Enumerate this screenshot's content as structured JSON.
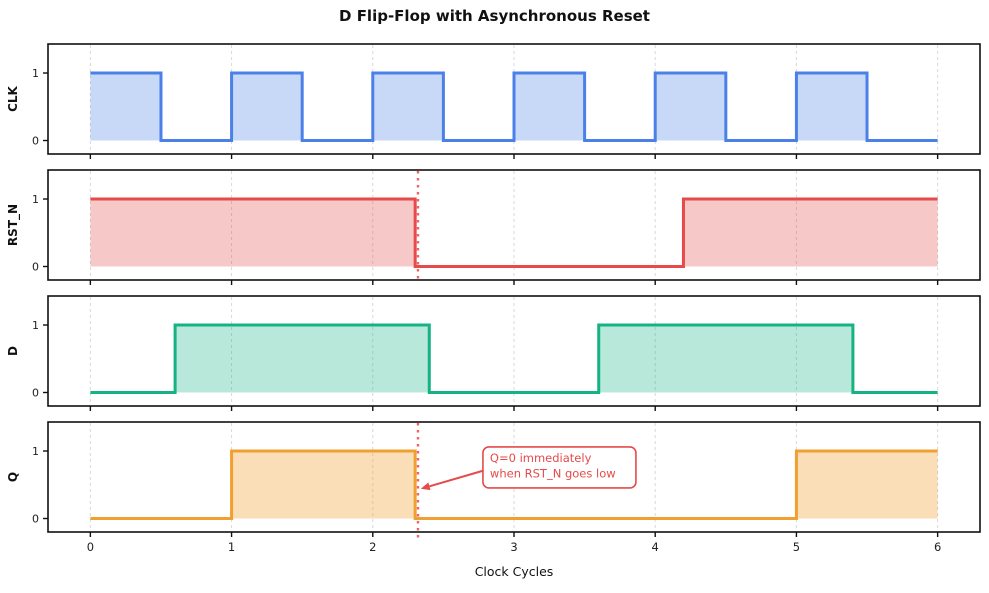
{
  "chart_data": {
    "type": "line",
    "subtype": "digital-timing-step",
    "title": "D Flip-Flop with Asynchronous Reset",
    "xlabel": "Clock Cycles",
    "x_ticks": [
      0,
      1,
      2,
      3,
      4,
      5,
      6
    ],
    "x_tick_labels": [
      "0",
      "1",
      "2",
      "3",
      "4",
      "5",
      "6"
    ],
    "y_ticks": [
      0,
      1
    ],
    "y_tick_labels": [
      "0",
      "1"
    ],
    "xlim": [
      -0.3,
      6.3
    ],
    "ylim": [
      -0.2,
      1.43
    ],
    "grid": "vertical-dashed",
    "grid_color": "#d8d8d8",
    "reset_marker_x": 2.32,
    "reset_marker_color": "#ed6565",
    "panels": [
      {
        "label": "CLK",
        "color": "#4a80e8",
        "fill_opacity": 0.3,
        "end": 6,
        "edges": [
          [
            0,
            1
          ],
          [
            0.5,
            0
          ],
          [
            1,
            1
          ],
          [
            1.5,
            0
          ],
          [
            2,
            1
          ],
          [
            2.5,
            0
          ],
          [
            3,
            1
          ],
          [
            3.5,
            0
          ],
          [
            4,
            1
          ],
          [
            4.5,
            0
          ],
          [
            5,
            1
          ],
          [
            5.5,
            0
          ]
        ],
        "has_reset_marker": false
      },
      {
        "label": "RST_N",
        "color": "#e64a4a",
        "fill_opacity": 0.3,
        "end": 6,
        "edges": [
          [
            0,
            1
          ],
          [
            2.3,
            0
          ],
          [
            4.2,
            1
          ]
        ],
        "has_reset_marker": true
      },
      {
        "label": "D",
        "color": "#15b384",
        "fill_opacity": 0.3,
        "end": 6,
        "edges": [
          [
            0,
            0
          ],
          [
            0.6,
            1
          ],
          [
            2.4,
            0
          ],
          [
            3.6,
            1
          ],
          [
            5.4,
            0
          ]
        ],
        "has_reset_marker": false
      },
      {
        "label": "Q",
        "color": "#f0a030",
        "fill_opacity": 0.35,
        "end": 6,
        "edges": [
          [
            0,
            0
          ],
          [
            1,
            1
          ],
          [
            2.3,
            0
          ],
          [
            5,
            1
          ]
        ],
        "has_reset_marker": true
      }
    ],
    "annotation": {
      "lines": [
        "Q=0 immediately",
        "when RST_N goes low"
      ],
      "color": "#e64a4a",
      "panel": "Q",
      "box_x": 2.78,
      "box_y_top": 1.06,
      "arrow_tip_x": 2.34,
      "arrow_tip_y": 0.44
    }
  }
}
